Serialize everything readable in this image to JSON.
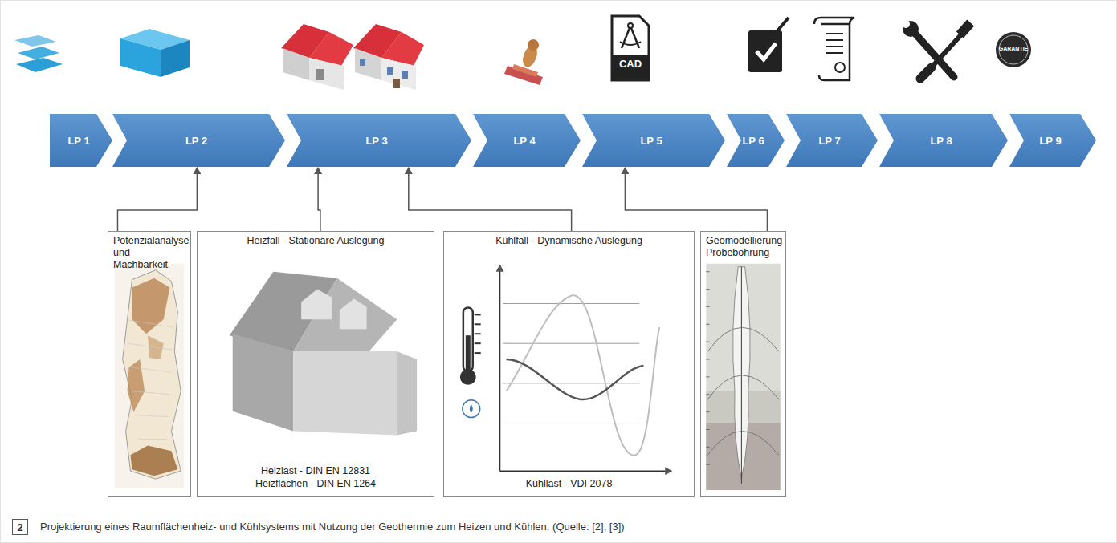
{
  "diagram": {
    "caption": "Projektierung eines Raumflächenheiz- und Kühlsystems mit Nutzung der Geothermie zum Heizen und Kühlen. (Quelle: [2], [3])",
    "nodes": [
      {
        "text": [
          "LP 1"
        ]
      },
      {
        "text": [
          "LP 2"
        ]
      },
      {
        "text": [
          "LP 3"
        ]
      },
      {
        "text": [
          "LP 4"
        ]
      },
      {
        "text": [
          "LP 5"
        ]
      },
      {
        "text": [
          "LP 6"
        ]
      },
      {
        "text": [
          "LP 7"
        ]
      },
      {
        "text": [
          "LP 8"
        ]
      },
      {
        "text": [
          "LP 9"
        ]
      },
      {
        "text": [
          "Potenzialanalyse und Machbarkeit"
        ]
      },
      {
        "text": [
          "Heizfall - Stationäre Auslegung",
          "Heizlast - DIN EN 12831",
          "Heizflächen - DIN EN 1264"
        ]
      },
      {
        "text": [
          "Kühlfall - Dynamische Auslegung",
          "Kühllast - VDI 2078"
        ]
      },
      {
        "text": [
          "Geomodellierung Probebohrung"
        ]
      },
      {
        "text": [
          "2"
        ]
      }
    ],
    "edges": [
      {
        "from": 9,
        "to": 1,
        "arrow": "to"
      },
      {
        "from": 10,
        "to": 2,
        "arrow": "to"
      },
      {
        "from": 11,
        "to": 2,
        "arrow": "to"
      },
      {
        "from": 12,
        "to": 4,
        "arrow": "to"
      }
    ],
    "labels": [
      "CAD",
      "GARANTIE"
    ]
  }
}
